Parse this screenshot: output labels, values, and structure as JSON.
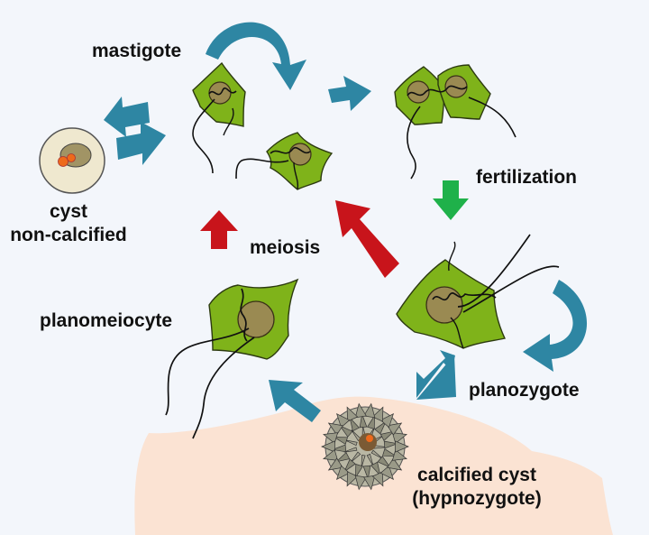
{
  "labels": {
    "mastigote": "mastigote",
    "cyst_line1": "cyst",
    "cyst_line2": "non-calcified",
    "fertilization": "fertilization",
    "meiosis": "meiosis",
    "planomeiocyte": "planomeiocyte",
    "planozygote": "planozygote",
    "calcified_line1": "calcified cyst",
    "calcified_line2": "(hypnozygote)"
  },
  "colors": {
    "background": "#f3f6fb",
    "sediment": "#fbe3d3",
    "cell_body": "#7fb31a",
    "cell_outline": "#2c3a10",
    "nucleus": "#9a8a52",
    "teal_arrow": "#2e86a3",
    "green_arrow": "#1fb14a",
    "red_arrow": "#c8141b",
    "cyst_shell": "#efe8cf",
    "cyst_orange": "#ee6a1b",
    "calcified_spikes": "#8a8a78"
  }
}
